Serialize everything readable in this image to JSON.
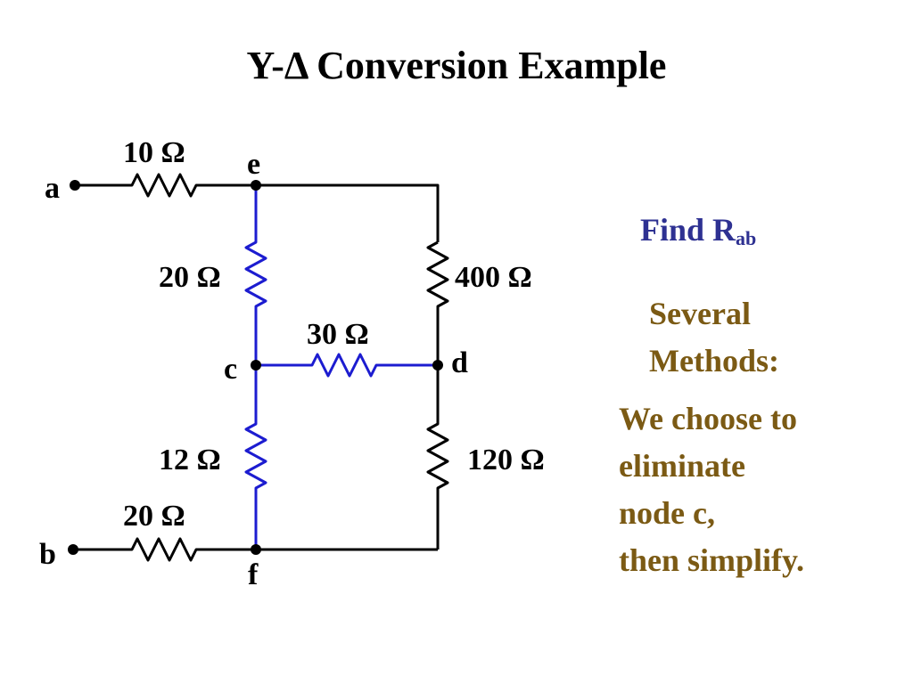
{
  "title": "Y-Δ Conversion Example",
  "colors": {
    "black_wire": "#000000",
    "blue_wire": "#1c1cd0",
    "find_text": "#2e3192",
    "notes_text": "#7b5a14"
  },
  "circuit": {
    "nodes": {
      "a": "a",
      "b": "b",
      "c": "c",
      "d": "d",
      "e": "e",
      "f": "f"
    },
    "resistors": {
      "r_ae": "10 Ω",
      "r_ec": "20 Ω",
      "r_ed": "400 Ω",
      "r_cd": "30 Ω",
      "r_cf": "12 Ω",
      "r_df": "120 Ω",
      "r_bf": "20 Ω"
    }
  },
  "side": {
    "find_prefix": "Find R",
    "find_sub": "ab",
    "several_lines": [
      "Several",
      "Methods:"
    ],
    "choose_lines": [
      "We choose to",
      "eliminate",
      "node c,",
      "then simplify."
    ]
  }
}
